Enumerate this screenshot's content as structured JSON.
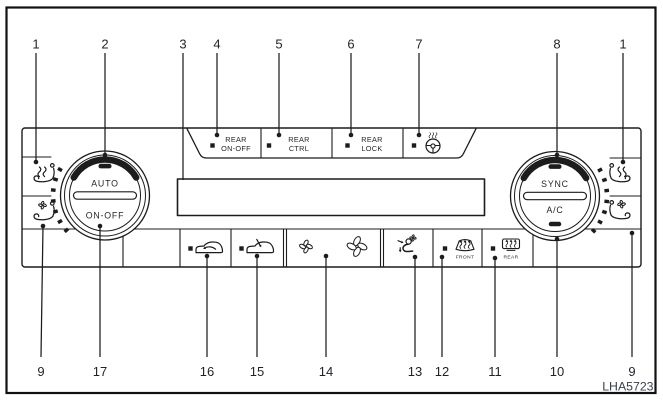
{
  "figure": {
    "code": "LHA5723",
    "subject": "automatic-climate-control-panel-diagram"
  },
  "callouts": {
    "top": [
      "1",
      "2",
      "3",
      "4",
      "5",
      "6",
      "7",
      "8",
      "1"
    ],
    "bottom": [
      "9",
      "17",
      "16",
      "15",
      "14",
      "13",
      "12",
      "11",
      "10",
      "9"
    ]
  },
  "panel": {
    "display": {
      "content": ""
    },
    "buttons": {
      "rear_onoff": {
        "line1": "REAR",
        "line2": "ON-OFF"
      },
      "rear_ctrl": {
        "line1": "REAR",
        "line2": "CTRL"
      },
      "rear_lock": {
        "line1": "REAR",
        "line2": "LOCK"
      },
      "steering_wheel_heat": {
        "icon": "steering-wheel-heat-icon"
      },
      "recirculation": {
        "icon": "air-recirculation-icon"
      },
      "fresh_air": {
        "icon": "fresh-air-intake-icon"
      },
      "fan_speed": {
        "icon_decrease": "fan-small-icon",
        "icon_increase": "fan-large-icon"
      },
      "air_mode": {
        "icon": "airflow-mode-icon"
      },
      "defrost_front": {
        "label": "FRONT",
        "icon": "front-defroster-icon"
      },
      "defrost_rear": {
        "label": "REAR",
        "icon": "rear-defroster-icon"
      },
      "seat_heat_left": {
        "icon": "heated-seat-icon"
      },
      "seat_vent_left": {
        "icon": "climate-controlled-seat-icon"
      },
      "seat_heat_right": {
        "icon": "heated-seat-icon"
      },
      "seat_vent_right": {
        "icon": "climate-controlled-seat-icon"
      }
    },
    "left_dial": {
      "top_label": "AUTO",
      "bottom_label": "ON-OFF"
    },
    "right_dial": {
      "top_label": "SYNC",
      "bottom_label": "A/C"
    }
  },
  "colors": {
    "line": "#1c1c1c",
    "background": "#ffffff",
    "code_text": "#3a4050"
  }
}
